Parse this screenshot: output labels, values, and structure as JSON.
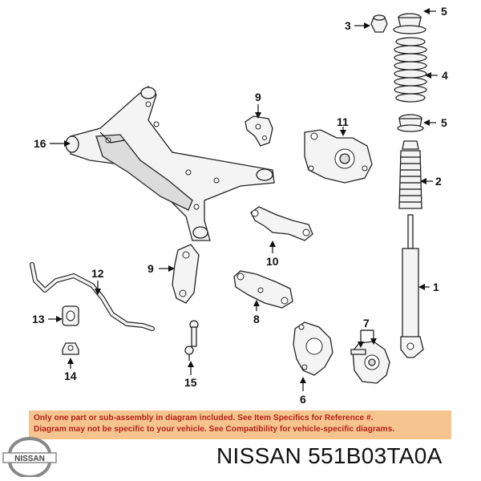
{
  "callouts": [
    "1",
    "2",
    "3",
    "4",
    "5",
    "5",
    "6",
    "7",
    "8",
    "9",
    "9",
    "10",
    "11",
    "12",
    "13",
    "14",
    "15",
    "16"
  ],
  "notice": {
    "line1": "Only one part or sub-assembly in diagram included. See Item Specifics for Reference #.",
    "line2": "Diagram may not be specific to your vehicle. See Compatibility for vehicle-specific diagrams."
  },
  "brand": {
    "logo_text": "NISSAN"
  },
  "part_number": "NISSAN 551B03TA0A",
  "colors": {
    "notice_bg": "#f6c48e",
    "notice_text": "#b4221b"
  }
}
